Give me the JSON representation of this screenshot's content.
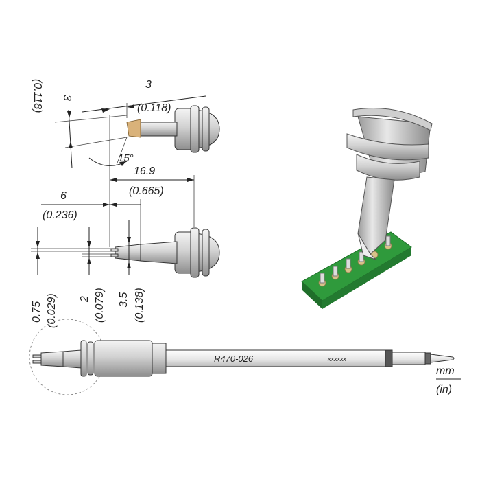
{
  "top_view": {
    "length_mm": "3",
    "length_in": "(0.118)",
    "height_mm": "3",
    "height_in": "(0.118)",
    "angle": "15°"
  },
  "side_view": {
    "overall_mm": "16.9",
    "overall_in": "(0.665)",
    "reach_mm": "6",
    "reach_in": "(0.236)",
    "tip_mm": "0.75",
    "tip_in": "(0.029)",
    "gap_mm": "2",
    "gap_in": "(0.079)",
    "width_mm": "3.5",
    "width_in": "(0.138)"
  },
  "product": {
    "part_number": "R470-026",
    "marking": "xxxxxx"
  },
  "units": {
    "primary": "mm",
    "secondary": "(in)"
  },
  "colors": {
    "metal_light": "#e6e6e6",
    "metal_mid": "#bdbdbd",
    "metal_dark": "#8a8a8a",
    "tip_gold": "#d9b27a",
    "pcb_green": "#2f9a3c",
    "pcb_dark": "#1f6e2a"
  }
}
